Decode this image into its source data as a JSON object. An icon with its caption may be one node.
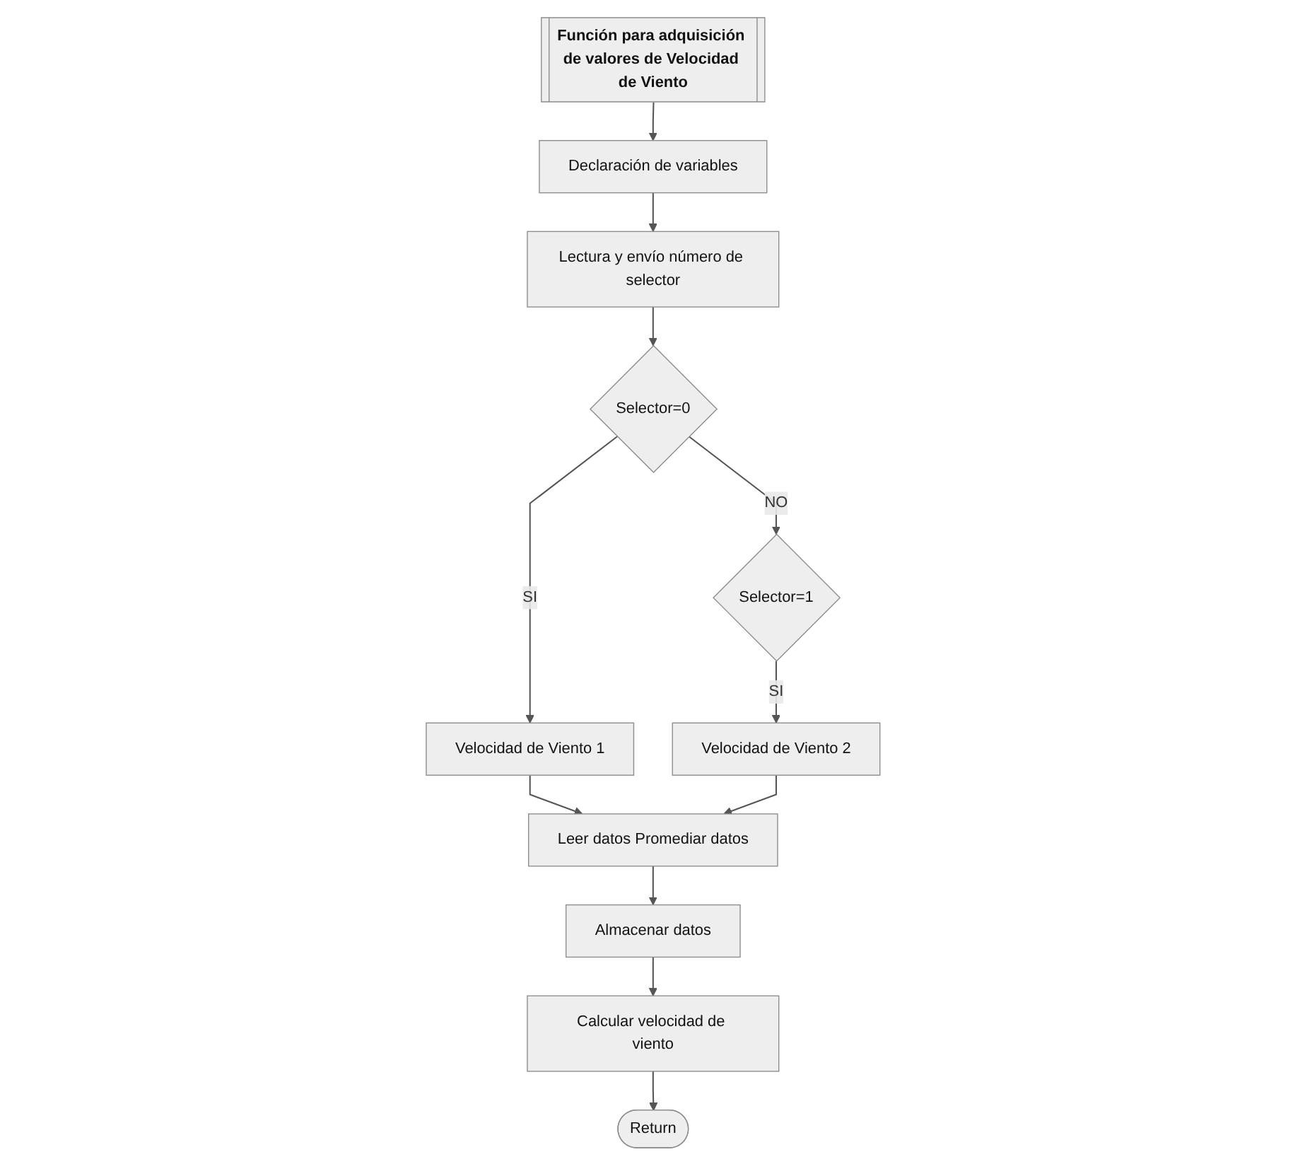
{
  "diagram": {
    "nodes": [
      {
        "text": [
          "Función para adquisición de valores de Velocidad de Viento"
        ]
      },
      {
        "text": [
          "Declaración de variables"
        ]
      },
      {
        "text": [
          "Lectura y envío número de selector"
        ]
      },
      {
        "text": [
          "Selector=0"
        ]
      },
      {
        "text": [
          "Velocidad de Viento 1"
        ]
      },
      {
        "text": [
          "Selector=1"
        ]
      },
      {
        "text": [
          "Velocidad de Viento 2"
        ]
      },
      {
        "text": [
          "Leer datos Promediar datos"
        ]
      },
      {
        "text": [
          "Almacenar datos"
        ]
      },
      {
        "text": [
          "Calcular velocidad de viento"
        ]
      },
      {
        "text": [
          "Return"
        ]
      }
    ],
    "edges": [
      {
        "from": 0,
        "to": 1,
        "arrow": "to"
      },
      {
        "from": 1,
        "to": 2,
        "arrow": "to"
      },
      {
        "from": 2,
        "to": 3,
        "arrow": "to"
      },
      {
        "from": 3,
        "to": 4,
        "arrow": "to",
        "label": "SI"
      },
      {
        "from": 3,
        "to": 5,
        "arrow": "to",
        "label": "NO"
      },
      {
        "from": 5,
        "to": 6,
        "arrow": "to",
        "label": "SI"
      },
      {
        "from": 4,
        "to": 7,
        "arrow": "to"
      },
      {
        "from": 6,
        "to": 7,
        "arrow": "to"
      },
      {
        "from": 7,
        "to": 8,
        "arrow": "to"
      },
      {
        "from": 8,
        "to": 9,
        "arrow": "to"
      },
      {
        "from": 9,
        "to": 10,
        "arrow": "to"
      }
    ]
  }
}
